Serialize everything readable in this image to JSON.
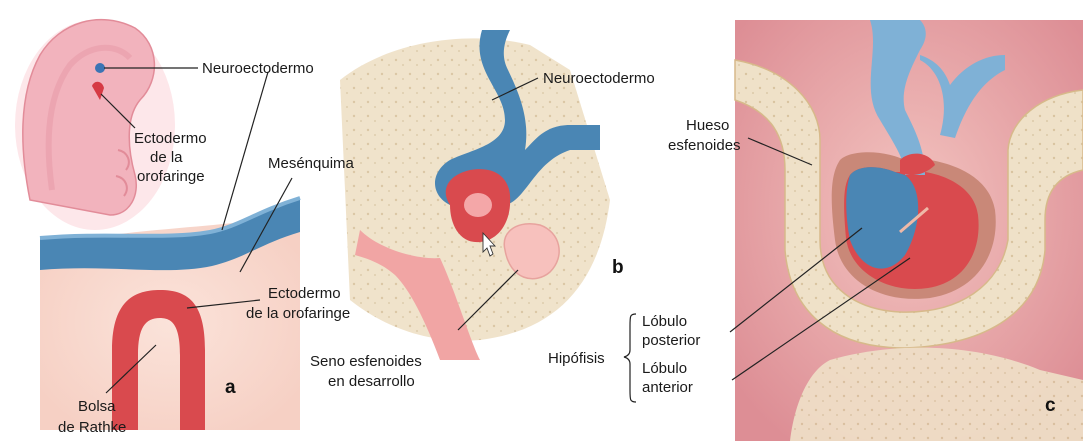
{
  "labels": {
    "a_neuroectodermo": "Neuroectodermo",
    "a_ectodermo_l1": "Ectodermo",
    "a_ectodermo_l2": "de la",
    "a_ectodermo_l3": "orofaringe",
    "mesenquima": "Mesénquima",
    "ecto_orofaringe_l1": "Ectodermo",
    "ecto_orofaringe_l2": "de la orofaringe",
    "bolsa_l1": "Bolsa",
    "bolsa_l2": "de Rathke",
    "b_neuroectodermo": "Neuroectodermo",
    "seno_l1": "Seno esfenoides",
    "seno_l2": "en desarrollo",
    "hueso_l1": "Hueso",
    "hueso_l2": "esfenoides",
    "hipofisis": "Hipófisis",
    "lob_post_l1": "Lóbulo",
    "lob_post_l2": "posterior",
    "lob_ant_l1": "Lóbulo",
    "lob_ant_l2": "anterior"
  },
  "panels": {
    "a": "a",
    "b": "b",
    "c": "c"
  },
  "colors": {
    "neuro": "#4a86b4",
    "neuro_light": "#7fb1d6",
    "ecto": "#d94a4e",
    "mesenchyme": "#f6cdbd",
    "bone": "#ecdcc0",
    "embryo": "#f0a9b3"
  }
}
